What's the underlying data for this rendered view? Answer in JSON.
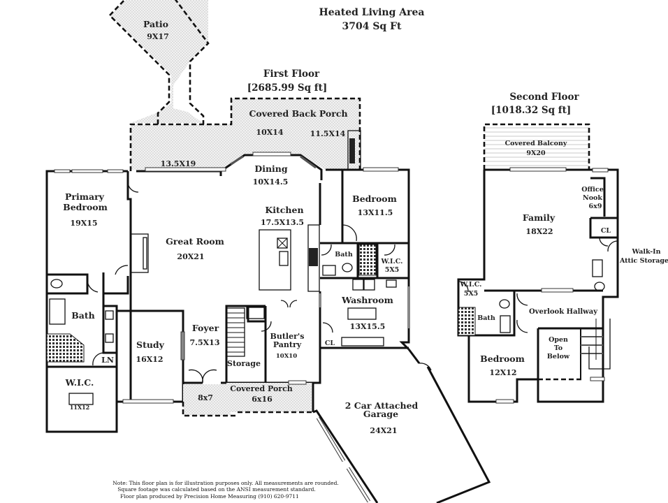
{
  "header": {
    "title_line1": "Heated Living Area",
    "title_line2": "3704 Sq Ft"
  },
  "first_floor": {
    "title": "First Floor",
    "area": "[2685.99 Sq ft]",
    "rooms": {
      "patio": {
        "name": "Patio",
        "dims": "9X17"
      },
      "covered_back_porch": {
        "name": "Covered Back Porch",
        "dims_a": "10X14",
        "dims_b": "11.5X14",
        "dims_c": "13.5X19"
      },
      "dining": {
        "name": "Dining",
        "dims": "10X14.5"
      },
      "kitchen": {
        "name": "Kitchen",
        "dims": "17.5X13.5"
      },
      "great_room": {
        "name": "Great Room",
        "dims": "20X21"
      },
      "primary_bedroom": {
        "name_line1": "Primary",
        "name_line2": "Bedroom",
        "dims": "19X15"
      },
      "primary_bath": {
        "name": "Bath"
      },
      "linen": {
        "name": "LN"
      },
      "primary_wic": {
        "name": "W.I.C.",
        "dims": "11X12"
      },
      "study": {
        "name": "Study",
        "dims": "16X12"
      },
      "foyer": {
        "name": "Foyer",
        "dims": "7.5X13"
      },
      "storage": {
        "name": "Storage"
      },
      "butlers_pantry": {
        "name_line1": "Butler's",
        "name_line2": "Pantry",
        "dims": "10X10"
      },
      "covered_porch": {
        "name": "Covered Porch",
        "dims_a": "8x7",
        "dims_b": "6x16"
      },
      "bedroom": {
        "name": "Bedroom",
        "dims": "13X11.5"
      },
      "bath": {
        "name": "Bath"
      },
      "wic": {
        "name": "W.I.C.",
        "dims": "5X5"
      },
      "washroom": {
        "name": "Washroom",
        "dims": "13X15.5"
      },
      "closet": {
        "name": "CL"
      },
      "garage": {
        "name_line1": "2 Car Attached",
        "name_line2": "Garage",
        "dims": "24X21"
      }
    }
  },
  "second_floor": {
    "title": "Second Floor",
    "area": "[1018.32 Sq ft]",
    "rooms": {
      "covered_balcony": {
        "name": "Covered Balcony",
        "dims": "9X20"
      },
      "family": {
        "name": "Family",
        "dims": "18X22"
      },
      "office_nook": {
        "name_line1": "Office",
        "name_line2": "Nook",
        "dims": "6x9"
      },
      "closet": {
        "name": "CL"
      },
      "attic_storage": {
        "name_line1": "Walk-In",
        "name_line2": "Attic Storage"
      },
      "wic": {
        "name": "W.I.C.",
        "dims": "5X5"
      },
      "bath": {
        "name": "Bath"
      },
      "overlook_hallway": {
        "name": "Overlook Hallway"
      },
      "open_to_below": {
        "name_line1": "Open",
        "name_line2": "To",
        "name_line3": "Below"
      },
      "bedroom": {
        "name": "Bedroom",
        "dims": "12X12"
      }
    }
  },
  "footer": {
    "note_line1": "Note: This floor plan is for illustration purposes only. All measurements are rounded.",
    "note_line2": "Square footage was calculated based on the ANSI measurement standard.",
    "note_line3": "Floor plan produced by Precision Home Measuring (910) 620-9711"
  }
}
